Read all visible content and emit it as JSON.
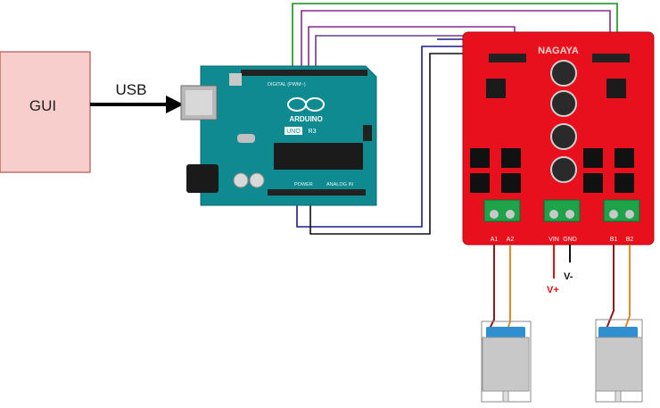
{
  "gui_box": {
    "label": "GUI",
    "fill": "#f8cecc",
    "stroke": "#b85450"
  },
  "connection": {
    "label": "USB"
  },
  "arduino": {
    "brand": "ARDUINO",
    "model_a": "UNO",
    "model_b": "R3",
    "header_top": "DIGITAL (PWM~)",
    "header_power": "POWER",
    "header_analog": "ANALOG IN",
    "board_color": "#0f8a91"
  },
  "driver": {
    "brand": "NAGAYA",
    "board_color": "#e8101c",
    "terminal_a": [
      "A1",
      "A2"
    ],
    "terminal_power": [
      "VIN",
      "GND"
    ],
    "terminal_b": [
      "B1",
      "B2"
    ]
  },
  "power": {
    "positive_label": "V+",
    "negative_label": "V-",
    "positive_color": "#e01010",
    "negative_color": "#111111"
  },
  "wire_colors": {
    "green": "#1a8c1a",
    "purple": "#8a2a8a",
    "blue": "#1a1a8c",
    "black": "#111111",
    "motor_red": "#8b1a1a",
    "motor_orange": "#e08a2a"
  }
}
